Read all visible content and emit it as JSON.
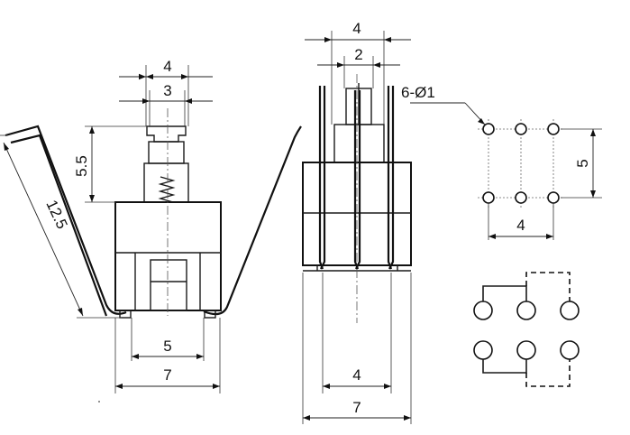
{
  "left_view": {
    "dim_top_outer": "4",
    "dim_top_inner": "3",
    "dim_height": "5.5",
    "dim_lead_length": "12.5",
    "dim_bottom_inner": "5",
    "dim_bottom_outer": "7"
  },
  "middle_view": {
    "dim_top_outer": "4",
    "dim_top_inner": "2",
    "dim_bottom_inner": "4",
    "dim_bottom_outer": "7"
  },
  "footprint": {
    "hole_callout": "6-Ø1",
    "dim_vertical": "5",
    "dim_horizontal": "4"
  }
}
